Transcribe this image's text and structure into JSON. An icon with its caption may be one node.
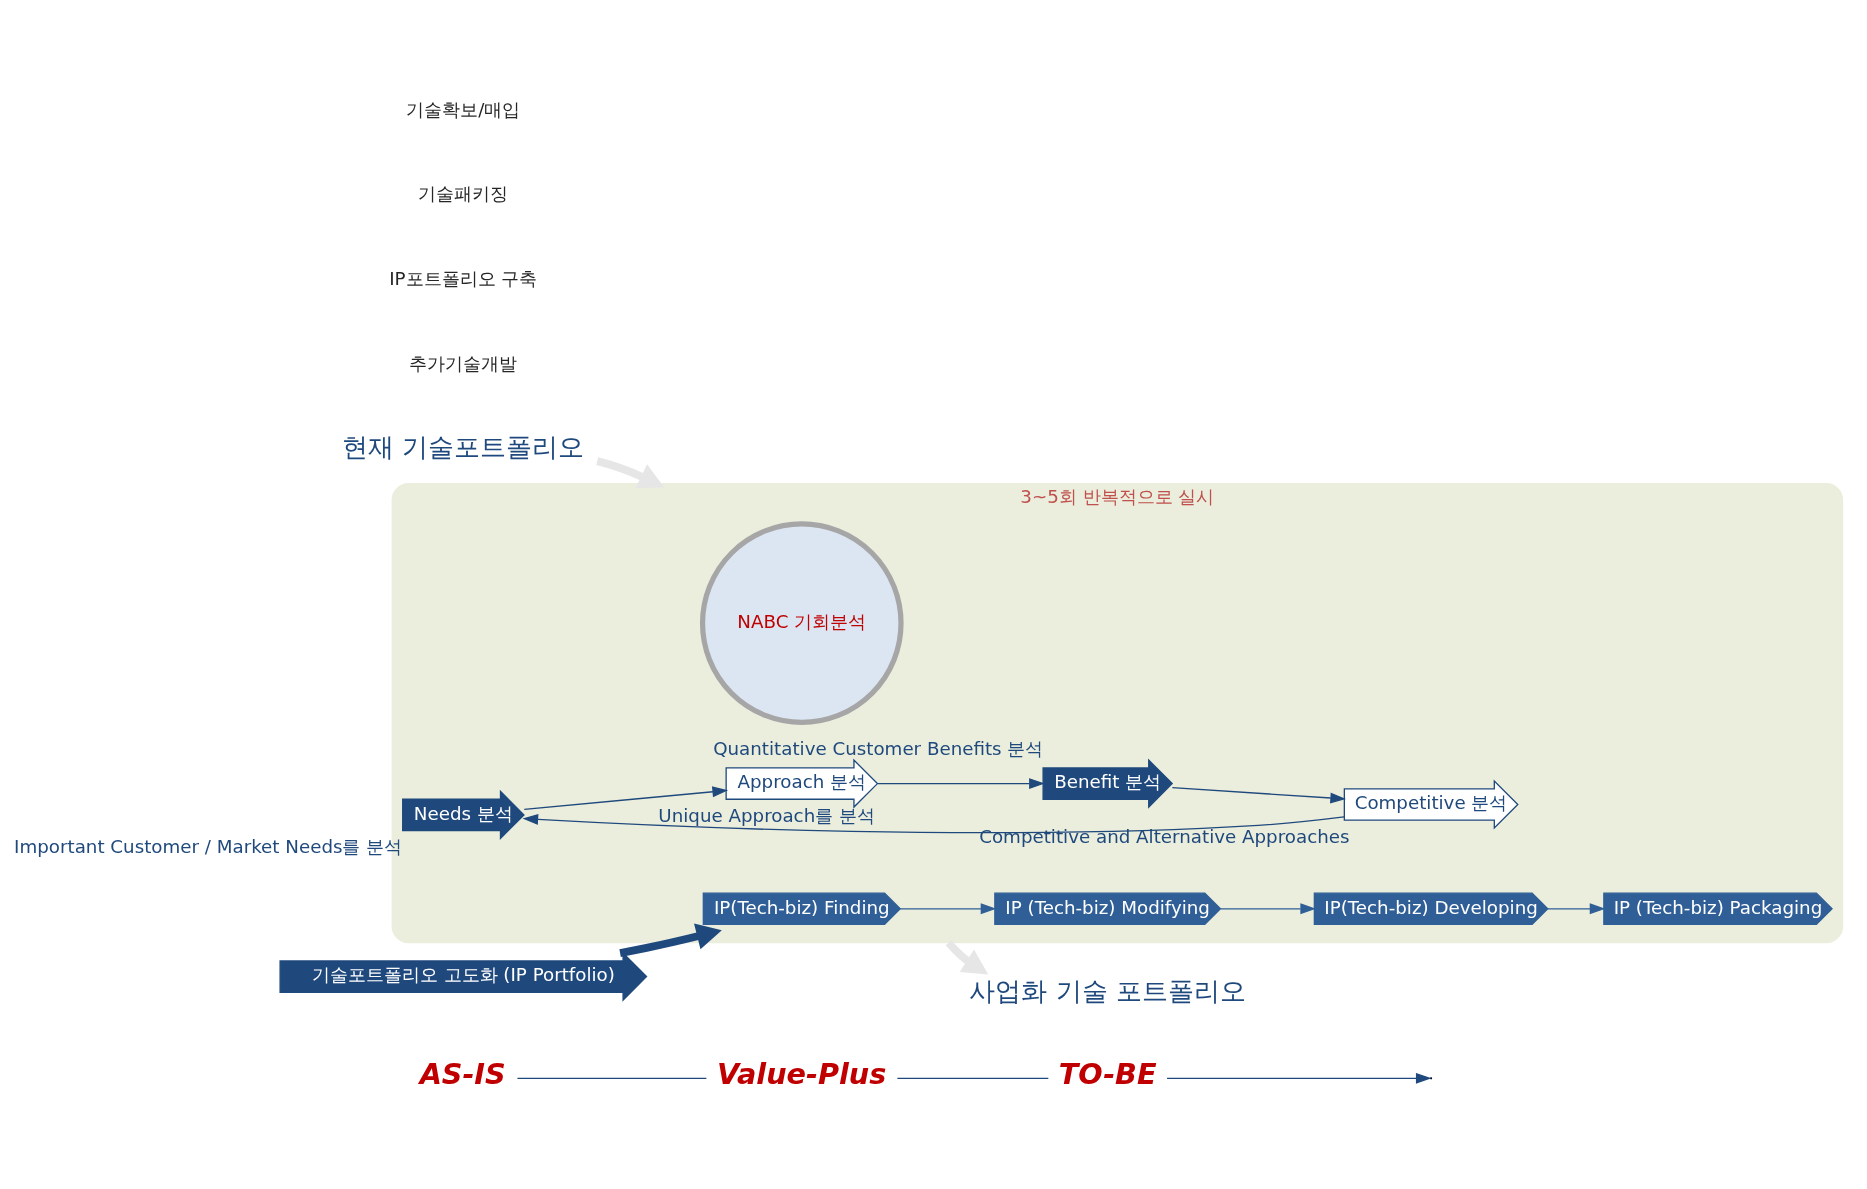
{
  "diagram": {
    "nodes": [
      {
        "text": [
          "AS-IS"
        ]
      },
      {
        "text": [
          "Value-Plus"
        ]
      },
      {
        "text": [
          "TO-BE"
        ]
      },
      {
        "text": [
          "현재 기술포트폴리오"
        ]
      },
      {
        "text": [
          "3~5회 반복적으로 실시"
        ]
      },
      {
        "text": [
          "Needs 분석"
        ],
        "in": 4,
        "beside": [
          "Important Customer / Market Needs를 분석"
        ]
      },
      {
        "text": [
          "Approach 분석"
        ],
        "in": 4,
        "beside": [
          "Unique Approach를 분석"
        ]
      },
      {
        "text": [
          "Benefit 분석"
        ],
        "in": 4,
        "beside": [
          "Quantitative Customer Benefits 분석"
        ]
      },
      {
        "text": [
          "Competitive 분석"
        ],
        "in": 4,
        "beside": [
          "Competitive and Alternative Approaches"
        ]
      },
      {
        "text": [
          "NABC 기회분석"
        ],
        "in": 4
      },
      {
        "text": [
          "기술포트폴리오 고도화 (IP Portfolio)"
        ]
      },
      {
        "text": [
          "IP(Tech-biz) Finding"
        ],
        "in": 4
      },
      {
        "text": [
          "IP (Tech-biz) Modifying"
        ],
        "in": 4
      },
      {
        "text": [
          "IP(Tech-biz) Developing"
        ],
        "in": 4
      },
      {
        "text": [
          "IP (Tech-biz) Packaging"
        ],
        "in": 4
      },
      {
        "text": [
          "사업화 기술 포트폴리오"
        ]
      }
    ],
    "edges": [
      {
        "from": 0,
        "to": 1,
        "arrow": "none"
      },
      {
        "from": 1,
        "to": 2,
        "arrow": "none"
      },
      {
        "from": 2,
        "to": null,
        "arrow": "to"
      },
      {
        "from": 5,
        "to": 6,
        "arrow": "to"
      },
      {
        "from": 6,
        "to": 7,
        "arrow": "to"
      },
      {
        "from": 7,
        "to": 8,
        "arrow": "to"
      },
      {
        "from": 8,
        "to": 5,
        "arrow": "to"
      },
      {
        "from": 3,
        "to": 4,
        "arrow": "to",
        "color": "#e6e6e6",
        "style": "thick"
      },
      {
        "from": 4,
        "to": 15,
        "arrow": "to",
        "color": "#e6e6e6",
        "style": "thick"
      },
      {
        "from": 10,
        "to": 11,
        "arrow": "to",
        "color": "#1f497d",
        "style": "thick"
      },
      {
        "from": 11,
        "to": 12,
        "arrow": "to",
        "color": "#2f5f96"
      },
      {
        "from": 12,
        "to": 13,
        "arrow": "to",
        "color": "#2f5f96"
      },
      {
        "from": 13,
        "to": 14,
        "arrow": "to",
        "color": "#2f5f96"
      }
    ],
    "labels": [
      "추가기술개발",
      "IP포트폴리오 구축",
      "기술패키징",
      "기술확보/매입"
    ]
  }
}
